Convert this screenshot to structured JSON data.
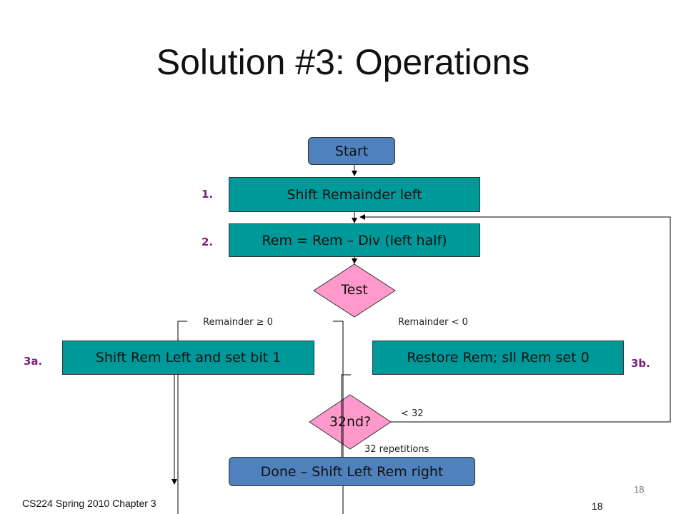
{
  "slide": {
    "title": "Solution #3: Operations",
    "footer_left": "CS224 Spring 2010 Chapter 3",
    "page_number_top": "18",
    "page_number_bottom": "18"
  },
  "flowchart": {
    "start": "Start",
    "step1_label": "1.",
    "step1": "Shift Remainder left",
    "step2_label": "2.",
    "step2": "Rem = Rem – Div (left half)",
    "test": "Test",
    "cond_left": "Remainder ≥ 0",
    "cond_right": "Remainder < 0",
    "step3a_label": "3a.",
    "step3a": "Shift Rem Left and set bit 1",
    "step3b_label": "3b.",
    "step3b": "Restore Rem; sll Rem set 0",
    "loop_test": "32nd?",
    "loop_label": "< 32",
    "exit_label": "32 repetitions",
    "done": "Done – Shift Left Rem right"
  },
  "colors": {
    "process_box": "#009999",
    "start_done_box": "#4f81bd",
    "decision": "#ff99cc",
    "step_label": "#7b1e7a"
  }
}
